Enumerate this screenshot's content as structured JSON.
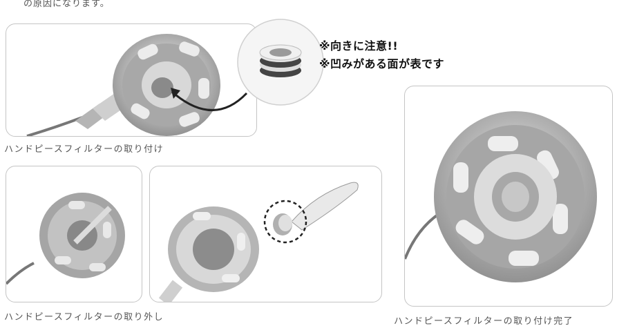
{
  "intro": {
    "text": "の原因になります。"
  },
  "warnings": {
    "line1": "※向きに注意!!",
    "line2": "※凹みがある面が表です"
  },
  "captions": {
    "attach": "ハンドピースフィルターの取り付け",
    "remove": "ハンドピースフィルターの取り外し",
    "complete": "ハンドピースフィルターの取り付け完了"
  },
  "colors": {
    "frame_border": "#c4c4c4",
    "device_gray": "#9a9a9a",
    "pad_light": "#e8e8e8",
    "arrow": "#222222",
    "warning_text": "#111111"
  }
}
